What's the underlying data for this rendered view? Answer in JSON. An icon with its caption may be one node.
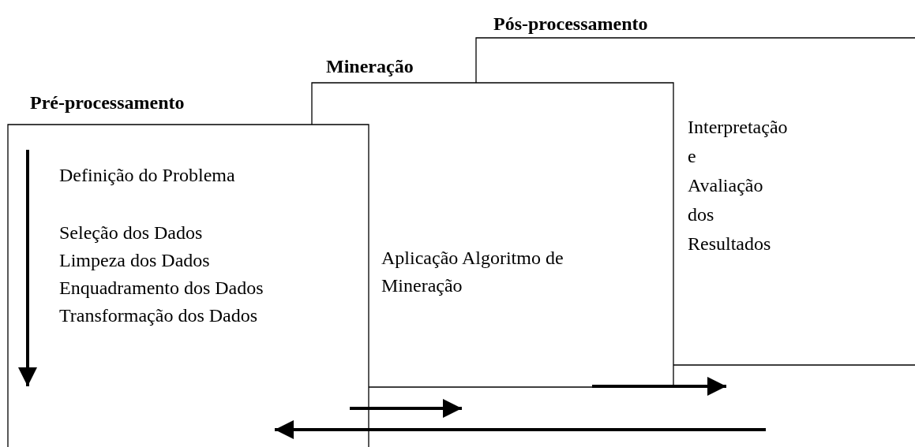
{
  "diagram": {
    "nodes": [
      {
        "text": [
          "Pré-processamento",
          "Definição do Problema",
          "Seleção dos Dados",
          "Limpeza dos Dados",
          "Enquadramento dos Dados",
          "Transformação dos Dados"
        ]
      },
      {
        "text": [
          "Mineração",
          "Aplicação Algoritmo de Mineração"
        ]
      },
      {
        "text": [
          "Pós-processamento",
          "Interpretação e Avaliação dos Resultados"
        ]
      }
    ],
    "edges": [
      {
        "from": 0,
        "to": 1,
        "arrow": "to"
      },
      {
        "from": 1,
        "to": 2,
        "arrow": "to"
      },
      {
        "from": null,
        "to": 0,
        "arrow": "to"
      }
    ]
  }
}
